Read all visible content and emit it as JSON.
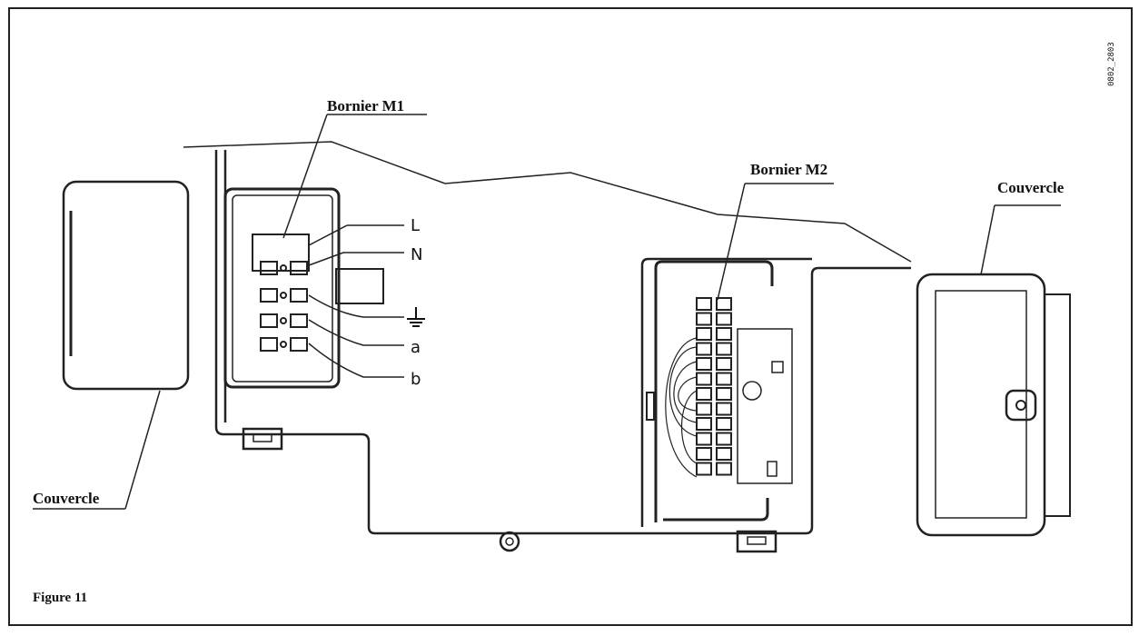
{
  "labels": {
    "bornier_m1": "Bornier M1",
    "bornier_m2": "Bornier M2",
    "couvercle_left": "Couvercle",
    "couvercle_right": "Couvercle",
    "terminal_l": "L",
    "terminal_n": "N",
    "terminal_a": "a",
    "terminal_b": "b",
    "figure_caption": "Figure 11",
    "doc_code": "0802_2803"
  },
  "icons": {
    "earth_symbol": "earth-ground-icon"
  }
}
